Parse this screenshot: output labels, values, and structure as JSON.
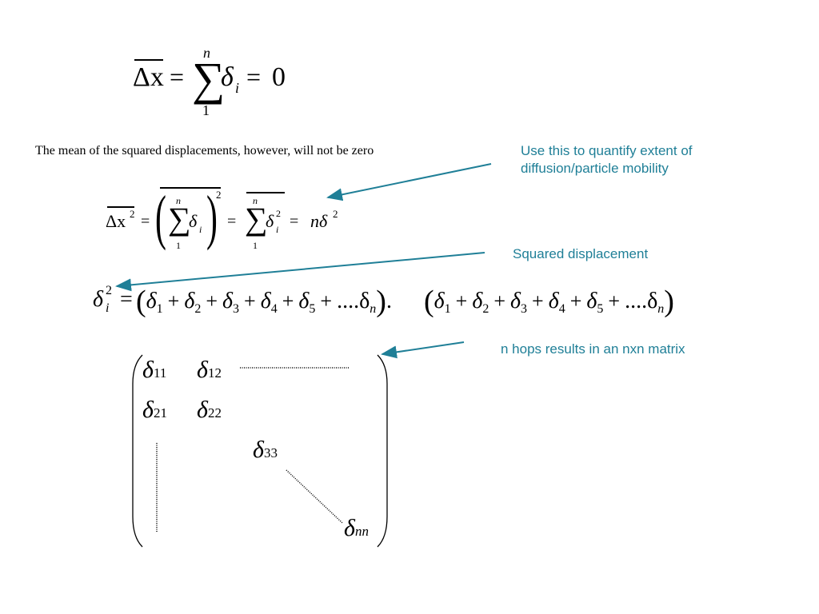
{
  "eq1": {
    "lhs": "Δx",
    "eq": "=",
    "sum_top": "n",
    "sum_bottom": "1",
    "sym": "δ",
    "sub": "i",
    "eq2": "=",
    "rhs": "0"
  },
  "statement": "The mean of the squared displacements, however, will not be zero",
  "eq2": {
    "lhs": "Δx",
    "lhs_sup": "2",
    "eq": "=",
    "sum_top": "n",
    "sum_bottom": "1",
    "sym": "δ",
    "sub": "i",
    "outer_sup": "2",
    "eq2": "=",
    "sum2_top": "n",
    "sum2_bottom": "1",
    "sym2": "δ",
    "sub2": "i",
    "sup2": "2",
    "eq3": "=",
    "rhs": "nδ",
    "rhs_sup": "2"
  },
  "eq3": {
    "lhs": "δ",
    "lhs_sub": "i",
    "lhs_sup": "2",
    "eq": "=",
    "terms": [
      {
        "sym": "δ",
        "sub": "1"
      },
      {
        "sym": "δ",
        "sub": "2"
      },
      {
        "sym": "δ",
        "sub": "3"
      },
      {
        "sym": "δ",
        "sub": "4"
      },
      {
        "sym": "δ",
        "sub": "5"
      }
    ],
    "dots": "....δ",
    "last_sub": "n",
    "product": "."
  },
  "matrix": {
    "entries": [
      {
        "sym": "δ",
        "sub": "11"
      },
      {
        "sym": "δ",
        "sub": "12"
      },
      {
        "sym": "δ",
        "sub": "21"
      },
      {
        "sym": "δ",
        "sub": "22"
      },
      {
        "sym": "δ",
        "sub": "33"
      },
      {
        "sym": "δ",
        "sub": "nn"
      }
    ]
  },
  "annotations": {
    "mobility": [
      "Use this to quantify extent of",
      "diffusion/particle mobility"
    ],
    "squared": "Squared displacement",
    "matrix": "n hops results in an nxn matrix"
  },
  "colors": {
    "annotation": "#1f7f97",
    "arrow": "#1f7f97"
  }
}
